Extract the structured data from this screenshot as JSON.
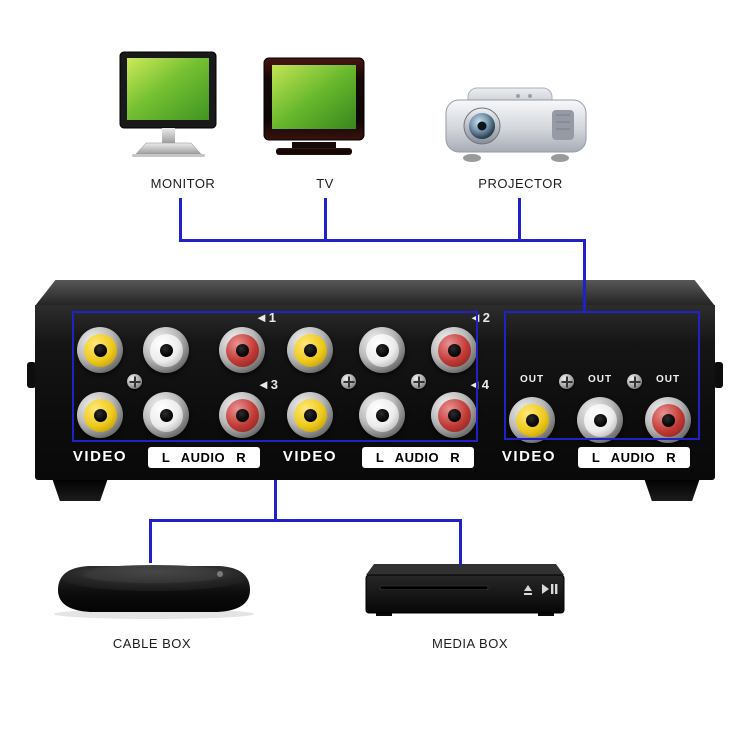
{
  "colors": {
    "accent": "#2121c8",
    "jack-yellow": "#edc91c",
    "jack-white": "#ececec",
    "jack-red": "#c13a35"
  },
  "top_devices": [
    {
      "id": "monitor",
      "label": "MONITOR"
    },
    {
      "id": "tv",
      "label": "TV"
    },
    {
      "id": "projector",
      "label": "PROJECTOR"
    }
  ],
  "bottom_devices": [
    {
      "id": "cable-box",
      "label": "CABLE BOX"
    },
    {
      "id": "media-box",
      "label": "MEDIA BOX"
    }
  ],
  "switcher": {
    "input_markers": [
      "◄1",
      "◄2",
      "◄3",
      "◄4"
    ],
    "out_labels": [
      "OUT",
      "OUT",
      "OUT"
    ],
    "bottom_labels": [
      {
        "video": "VIDEO",
        "audio": "L AUDIO R"
      },
      {
        "video": "VIDEO",
        "audio": "L AUDIO R"
      },
      {
        "video": "VIDEO",
        "audio": "L AUDIO R"
      }
    ]
  }
}
